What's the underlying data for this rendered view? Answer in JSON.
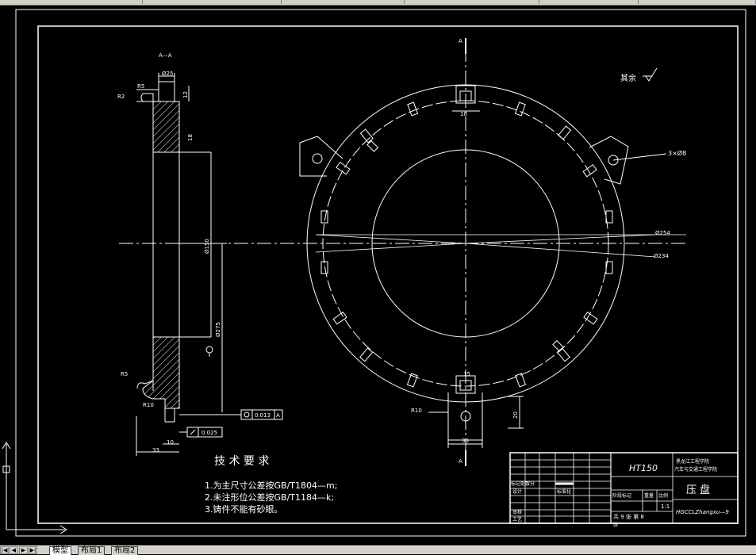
{
  "window": {
    "layout_tabs": [
      {
        "label": "模型",
        "active": true
      },
      {
        "label": "布局1",
        "active": false
      },
      {
        "label": "布局2",
        "active": false
      }
    ]
  },
  "drawing": {
    "section_label": "A—A",
    "cut_label_top": "A",
    "cut_label_bottom": "A",
    "roughness_note": "其余",
    "holes_note": "3×Ø8",
    "dims": {
      "r5_top": "R5",
      "r2": "R2",
      "d25_top": "Ø25",
      "d12": "12",
      "d18": "18",
      "d150": "Ø150",
      "d275": "Ø275",
      "r5_bottom": "R5",
      "r10_left": "R10",
      "d33": "33",
      "d10": "10",
      "runout": "0.013",
      "runout_datum": "A",
      "flatness": "0.025",
      "datum_a": "A",
      "d254": "Ø254",
      "d234": "Ø234",
      "d10_slot": "10",
      "d15_slot": "15",
      "r10_bottom": "R10",
      "d20": "20",
      "d30": "30"
    },
    "tech": {
      "title": "技 术 要 求",
      "items": [
        "1.为主尺寸公差按GB/T1804—m;",
        "2.未注形位公差按GB/T1184—k;",
        "3.铸件不能有砂眼。"
      ]
    },
    "title_block": {
      "material": "HT150",
      "school_line1": "黑龙江工程学院",
      "school_line2": "汽车与交通工程学院",
      "part_name": "压 盘",
      "drawing_no": "HGCCLZhangxu—9",
      "scale": "1:1",
      "sheet_info": "共 9 张  第 8",
      "labels": {
        "mark": "标记处数分",
        "design": "设计",
        "standard": "标准化",
        "review": "审核",
        "process": "工艺",
        "stage": "阶段标记",
        "weight": "重量",
        "ratio": "比例",
        "zhang": "张"
      }
    }
  }
}
